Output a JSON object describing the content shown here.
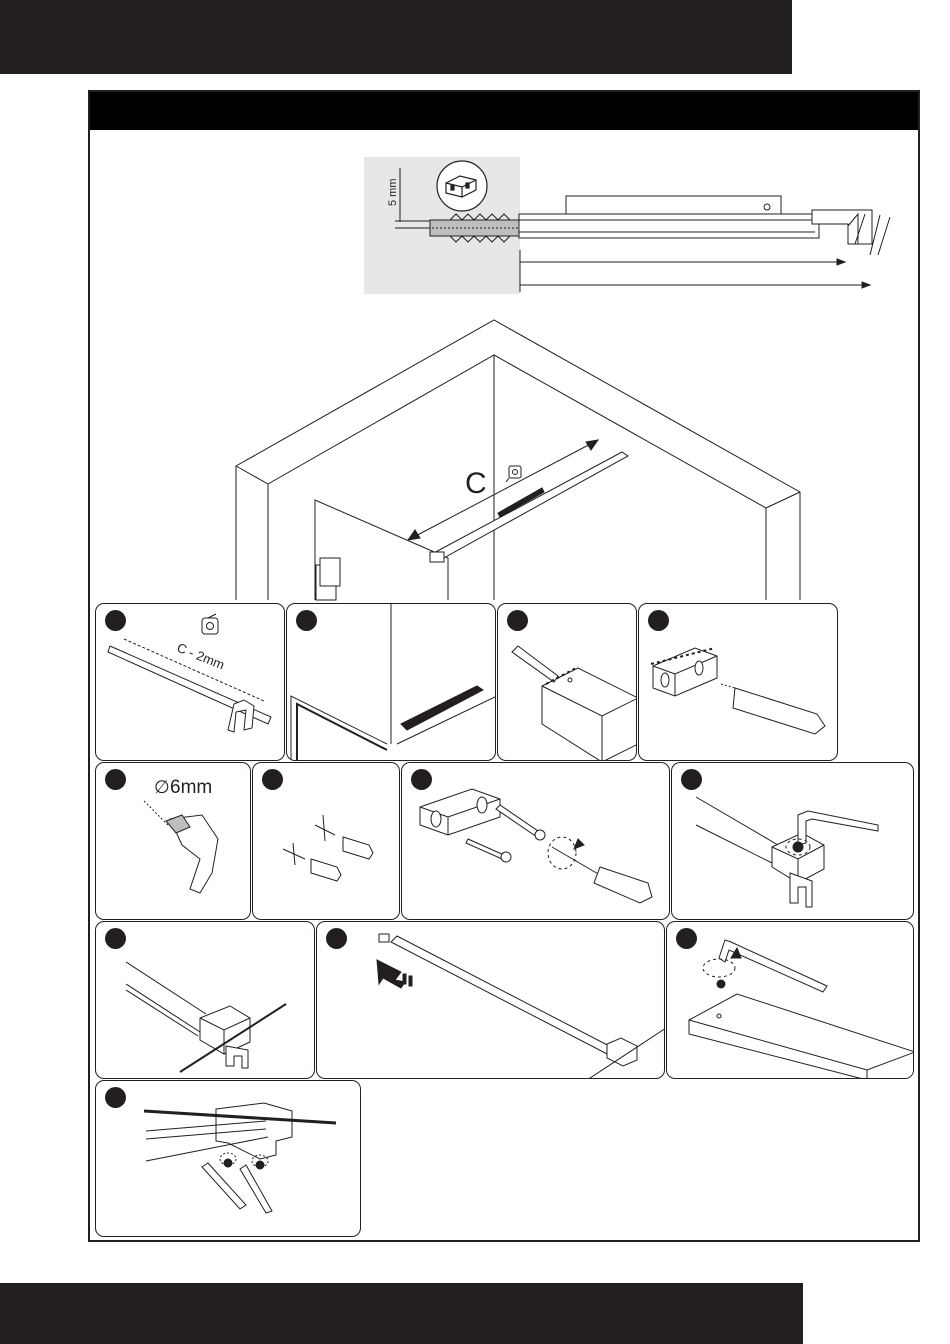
{
  "detail": {
    "gap_label": "5 mm"
  },
  "overview": {
    "measure_label": "C"
  },
  "steps": {
    "cut_label": "C - 2mm",
    "drill_label": "6mm"
  },
  "colors": {
    "ink": "#231f20",
    "detail_background": "#e6e7e8"
  },
  "icons": {
    "drill_diameter": "diameter-icon",
    "tape": "tape-measure-icon"
  }
}
